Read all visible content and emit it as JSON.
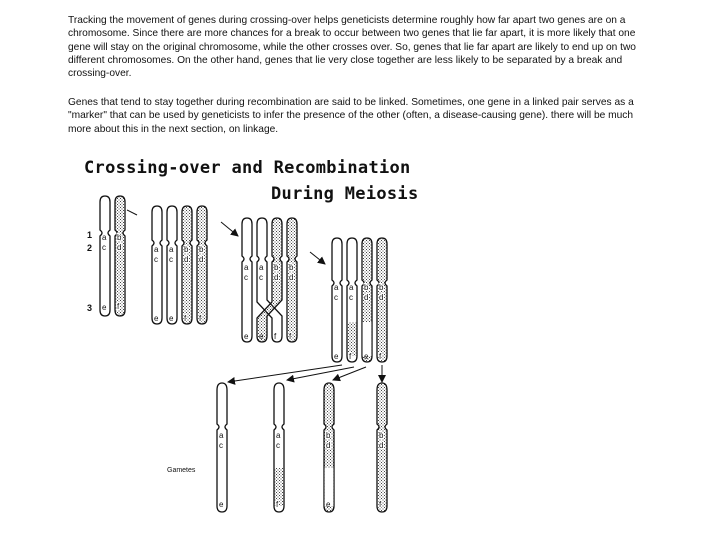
{
  "text": {
    "paragraph1": "Tracking the movement of genes during crossing-over helps geneticists determine roughly how far apart two genes are on a chromosome. Since there are more chances for a break to occur between two genes that lie far apart, it is more likely that one gene will stay on the original chromosome, while the other crosses over. So, genes that lie far apart are likely to end up on two different chromosomes. On the other hand, genes that lie very close together are less likely to be separated by a break and crossing-over.",
    "paragraph2": "Genes that tend to stay together during recombination are said to be linked. Sometimes, one gene in a linked pair serves as a \"marker\" that can be used by geneticists to infer the presence of the other (often, a disease-causing gene). there will be much more about this in the next section, on linkage."
  },
  "diagram": {
    "title_line1": "Crossing-over and Recombination",
    "title_line2": "During Meiosis",
    "position_labels": [
      "1",
      "2",
      "3"
    ],
    "gametes_label": "Gametes",
    "colors": {
      "ink": "#111111",
      "stipple": "#444444",
      "background": "#ffffff"
    },
    "stages": [
      {
        "name": "homologous-pair",
        "chromosomes": [
          {
            "fill": "plain",
            "genes": [
              "a",
              "c",
              "e"
            ]
          },
          {
            "fill": "stippled",
            "genes": [
              "b",
              "d",
              "f"
            ]
          }
        ]
      },
      {
        "name": "replicated",
        "chromosomes": [
          {
            "fill": "plain",
            "genes": [
              "a",
              "c",
              "e"
            ]
          },
          {
            "fill": "plain",
            "genes": [
              "a",
              "c",
              "e"
            ]
          },
          {
            "fill": "stippled",
            "genes": [
              "b",
              "d",
              "f"
            ]
          },
          {
            "fill": "stippled",
            "genes": [
              "b",
              "d",
              "f"
            ]
          }
        ]
      },
      {
        "name": "crossing-over",
        "chromosomes": [
          {
            "fill": "plain",
            "genes": [
              "a",
              "c",
              "e"
            ]
          },
          {
            "fill": "plain-crossing",
            "genes": [
              "a",
              "c",
              "f"
            ]
          },
          {
            "fill": "stippled-crossing",
            "genes": [
              "b",
              "d",
              "e"
            ]
          },
          {
            "fill": "stippled",
            "genes": [
              "b",
              "d",
              "f"
            ]
          }
        ]
      },
      {
        "name": "recombined",
        "chromosomes": [
          {
            "fill": "plain",
            "genes": [
              "a",
              "c",
              "e"
            ]
          },
          {
            "fill": "plain-bottom-stippled",
            "genes": [
              "a",
              "c",
              "f"
            ]
          },
          {
            "fill": "stippled-bottom-plain",
            "genes": [
              "b",
              "d",
              "e"
            ]
          },
          {
            "fill": "stippled",
            "genes": [
              "b",
              "d",
              "f"
            ]
          }
        ]
      },
      {
        "name": "gametes",
        "chromosomes": [
          {
            "fill": "plain",
            "genes": [
              "a",
              "c",
              "e"
            ]
          },
          {
            "fill": "plain-bottom-stippled",
            "genes": [
              "a",
              "c",
              "f"
            ]
          },
          {
            "fill": "stippled-bottom-plain",
            "genes": [
              "b",
              "d",
              "e"
            ]
          },
          {
            "fill": "stippled",
            "genes": [
              "b",
              "d",
              "f"
            ]
          }
        ]
      }
    ]
  }
}
